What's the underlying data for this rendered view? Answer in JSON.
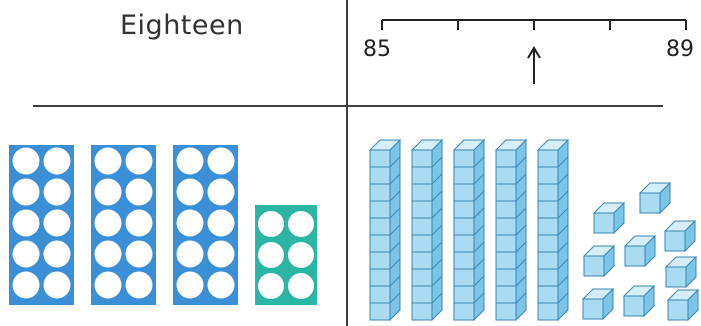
{
  "number_word": "Eighteen",
  "number_line": {
    "start_label": "85",
    "end_label": "89",
    "tick_count": 5,
    "arrow_at_tick_index": 2
  },
  "ten_frames": {
    "full_frame_count": 3,
    "full_frame_color": "#3b8fd6",
    "partial_frame_color": "#2bb6a3",
    "partial_frame_counters": 6,
    "counter_color": "#ffffff"
  },
  "base_ten": {
    "tens_rods": 5,
    "ones_cubes": 9,
    "cube_face_color": "#a9dcf2",
    "cube_top_color": "#d4eefa",
    "cube_side_color": "#7cc5e8",
    "cube_edge_color": "#3d86b3"
  },
  "colors": {
    "divider": "#3f3f3f",
    "text": "#333333"
  }
}
